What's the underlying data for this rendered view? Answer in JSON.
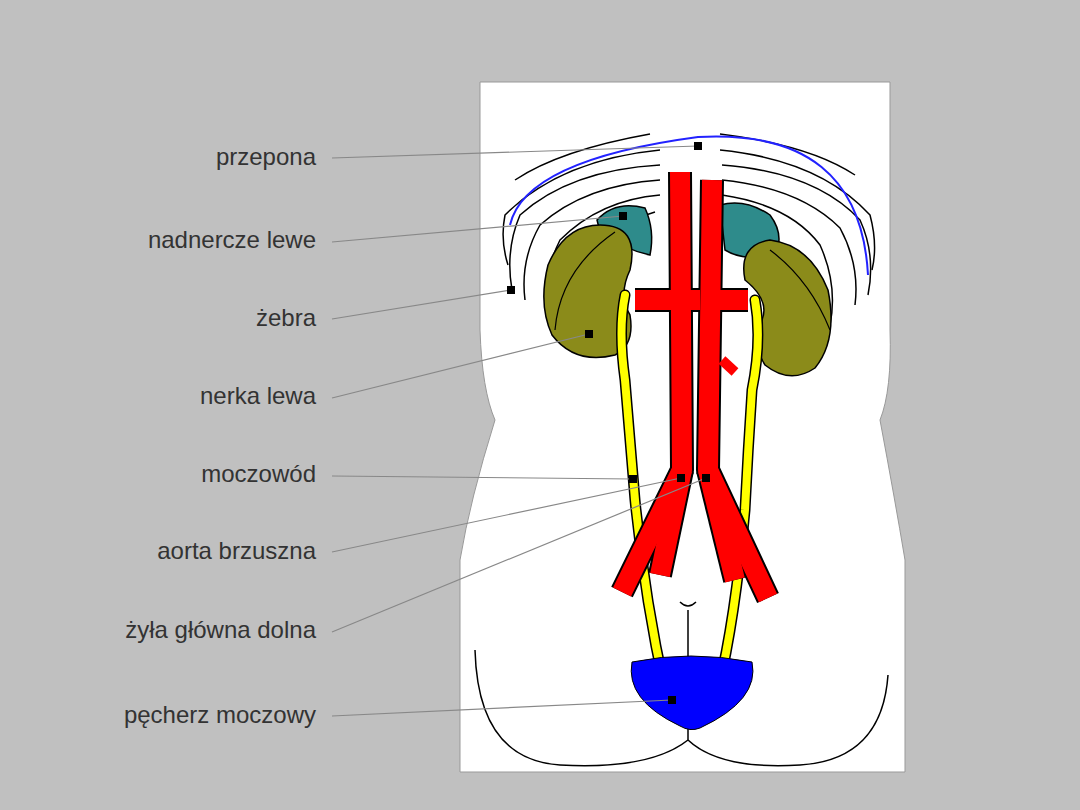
{
  "diagram": {
    "labels": [
      "przepona",
      "nadnercze lewe",
      "żebra",
      "nerka lewa",
      "moczowód",
      "aorta brzuszna",
      "żyła główna dolna",
      "pęcherz moczowy"
    ]
  }
}
